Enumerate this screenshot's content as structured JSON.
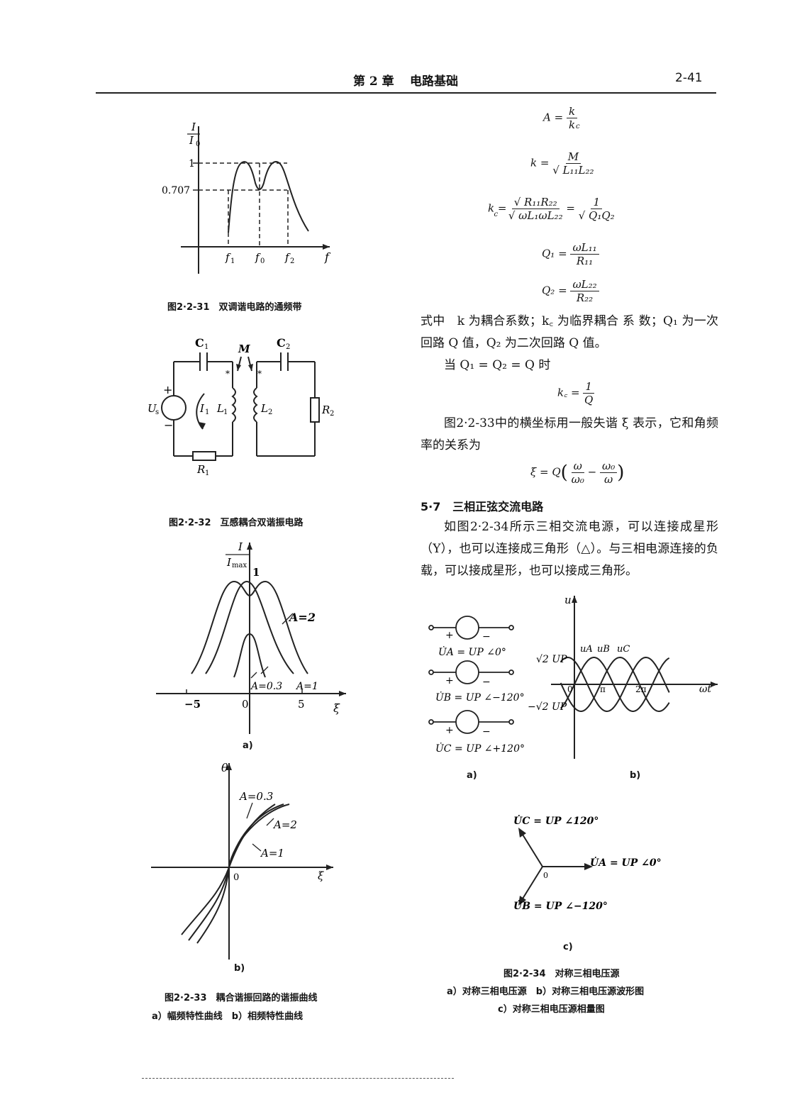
{
  "header": {
    "chapter": "第 2 章",
    "title": "电路基础",
    "page_number": "2-41"
  },
  "fig231": {
    "y_label_num": "I",
    "y_label_den": "I",
    "y_ticks": [
      "1",
      "0.707"
    ],
    "x_ticks": [
      "f",
      "f",
      "f"
    ],
    "x_axis": "f",
    "caption": "图2·2-31　双调谐电路的通频带"
  },
  "fig232": {
    "labels": {
      "c1": "C",
      "c2": "C",
      "m": "M",
      "us": "U",
      "i1": "I",
      "l1": "L",
      "l2": "L",
      "r1": "R",
      "r2": "R",
      "plus": "+",
      "minus": "−",
      "dot": "*"
    },
    "caption": "图2·2-32　互感耦合双谐振电路"
  },
  "fig233a": {
    "y_label_num": "I",
    "y_label_den": "I",
    "y_label_sub": "max",
    "peak_label": "1",
    "curves": [
      "A=2",
      "A=0.3",
      "A=1"
    ],
    "x_ticks": [
      "−5",
      "0",
      "5"
    ],
    "x_axis": "ξ",
    "sub_label": "a)"
  },
  "fig233b": {
    "y_axis": "θ",
    "curves": [
      "A=0.3",
      "A=2",
      "A=1"
    ],
    "origin": "0",
    "x_axis": "ξ",
    "sub_label": "b)"
  },
  "fig233_caption": {
    "main": "图2·2-33　耦合谐振回路的谐振曲线",
    "sub": "a）幅频特性曲线　b）相频特性曲线"
  },
  "equations": {
    "eq1": {
      "lhs": "A =",
      "num": "k",
      "den": "k"
    },
    "eq2": {
      "lhs": "k =",
      "num": "M",
      "den": "√ L₁₁L₂₂"
    },
    "eq3": {
      "lhs": "k =",
      "num1": "√ R₁₁R₂₂",
      "den1": "√ ωL₁ωL₂₂",
      "mid": "=",
      "num2": "1",
      "den2": "√ Q₁Q₂"
    },
    "eq4": {
      "lhs": "Q₁ =",
      "num": "ωL₁₁",
      "den": "R₁₁"
    },
    "eq5": {
      "lhs": "Q₂ =",
      "num": "ωL₂₂",
      "den": "R₂₂"
    }
  },
  "para1": "式中　k 为耦合系数；k꜀ 为临界耦合 系 数；Q₁ 为一次回路 Q 值，Q₂ 为二次回路 Q 值。",
  "para2": "当 Q₁ = Q₂ = Q 时",
  "eq6": {
    "lhs": "k꜀ =",
    "num": "1",
    "den": "Q"
  },
  "para3": "图2·2-33中的横坐标用一般失谐 ξ 表示，它和角频率的关系为",
  "eq7": {
    "lhs": "ξ = Q",
    "num1": "ω",
    "den1": "ω₀",
    "minus": "−",
    "num2": "ω₀",
    "den2": "ω"
  },
  "section57": {
    "number": "5·7",
    "title": "三相正弦交流电路"
  },
  "para4": "如图2·2-34所示三相交流电源，可以连接成星形（Y），也可以连接成三角形（△）。与三相电源连接的负载，可以接成星形，也可以接成三角形。",
  "fig234a": {
    "sources": [
      "U̇A = UP ∠0°",
      "U̇B = UP ∠−120°",
      "U̇C = UP ∠+120°"
    ],
    "plus": "+",
    "minus": "−",
    "sub_label": "a)"
  },
  "fig234b": {
    "y_axis": "u",
    "waves": [
      "uA",
      "uB",
      "uC"
    ],
    "pos_amp": "√2 UP",
    "neg_amp": "−√2 UP",
    "x_ticks": [
      "0",
      "π",
      "2π"
    ],
    "x_axis": "ωt",
    "sub_label": "b)"
  },
  "fig234c": {
    "phasors": [
      "U̇C = UP ∠120°",
      "U̇A = UP ∠0°",
      "U̇B = UP ∠−120°"
    ],
    "origin": "0",
    "sub_label": "c)"
  },
  "fig234_caption": {
    "main": "图2·2-34　对称三相电压源",
    "line1": "a）对称三相电压源　b）对称三相电压源波形图",
    "line2": "c）对称三相电压源相量图"
  }
}
